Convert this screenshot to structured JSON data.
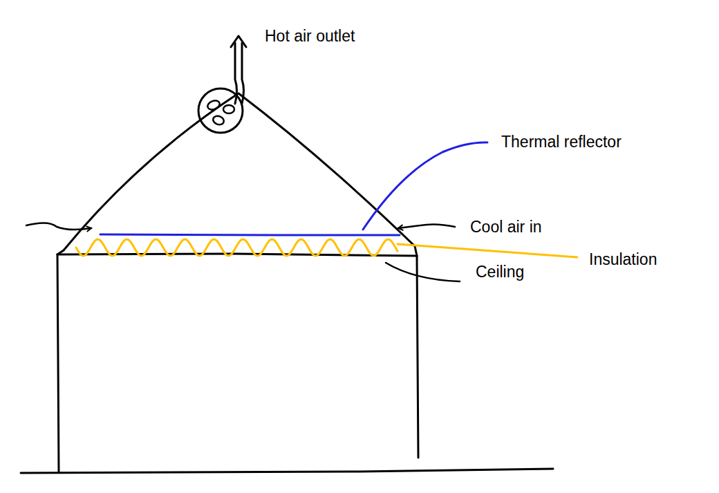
{
  "diagram": {
    "labels": [
      "Hot air outlet",
      "Thermal reflector",
      "Cool air in",
      "Insulation",
      "Ceiling"
    ]
  }
}
